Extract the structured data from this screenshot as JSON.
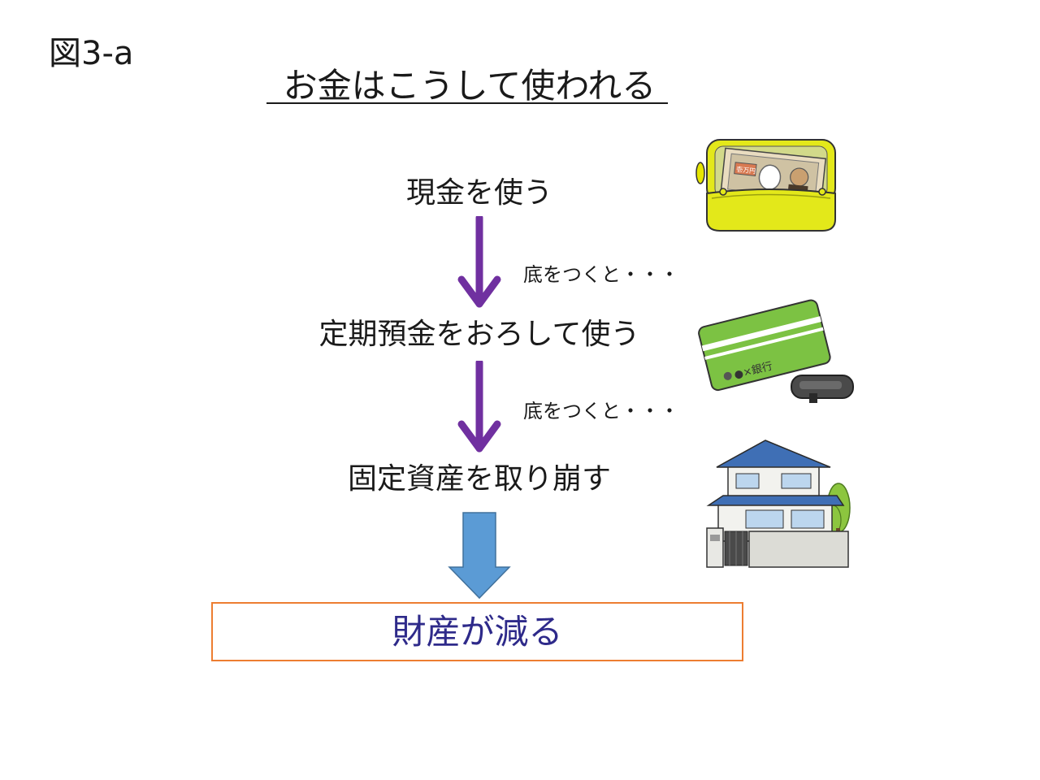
{
  "figure_label": "図3-a",
  "title": "お金はこうして使われる",
  "steps": [
    {
      "label": "現金を使う"
    },
    {
      "label": "定期預金をおろして使う"
    },
    {
      "label": "固定資産を取り崩す"
    }
  ],
  "transitions": [
    {
      "note": "底をつくと・・・"
    },
    {
      "note": "底をつくと・・・"
    }
  ],
  "result": {
    "label": "財産が減る"
  },
  "illustrations": {
    "wallet": {
      "icon": "wallet-with-banknote-icon",
      "banknote_text": "壱万円"
    },
    "bankbook": {
      "icon": "bankbook-and-seal-icon",
      "text": "●×銀行"
    },
    "house": {
      "icon": "house-icon"
    }
  },
  "colors": {
    "arrow_purple": "#7030a0",
    "arrow_blue": "#5b9bd5",
    "result_border": "#ed7d31",
    "result_text": "#2e2a8a"
  }
}
